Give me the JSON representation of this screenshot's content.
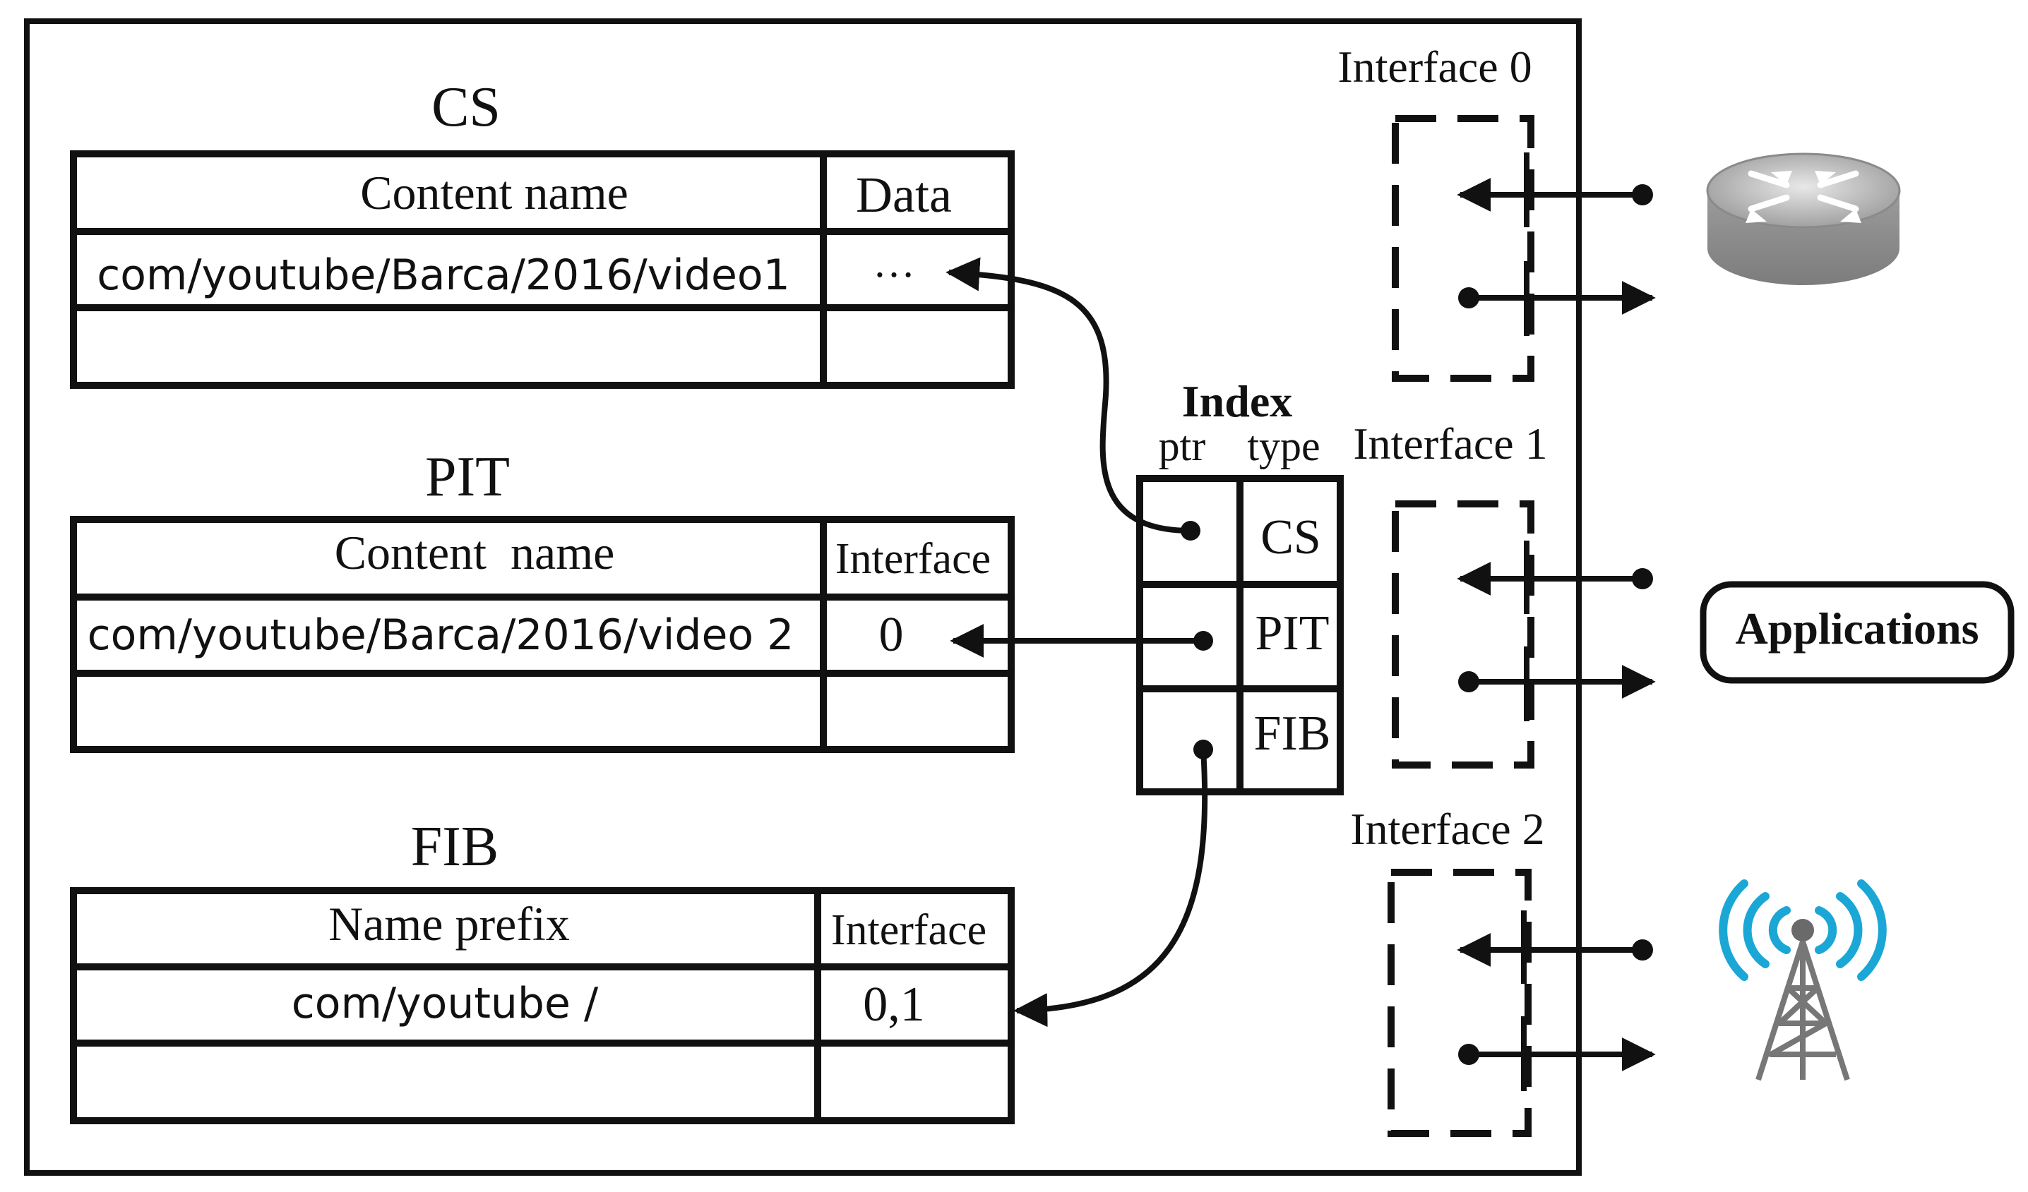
{
  "tables": {
    "cs": {
      "title": "CS",
      "header": [
        "Content name",
        "Data"
      ],
      "row": [
        "com/youtube/Barca/2016/video1",
        "…"
      ]
    },
    "pit": {
      "title": "PIT",
      "header": [
        "Content  name",
        "Interface"
      ],
      "row": [
        "com/youtube/Barca/2016/video 2",
        "0"
      ]
    },
    "fib": {
      "title": "FIB",
      "header": [
        "Name prefix",
        "Interface"
      ],
      "row": [
        "com/youtube /",
        "0,1"
      ]
    }
  },
  "index": {
    "title": "Index",
    "col_ptr": "ptr",
    "col_type": "type",
    "types": [
      "CS",
      "PIT",
      "FIB"
    ]
  },
  "interfaces": [
    "Interface 0",
    "Interface 1",
    "Interface 2"
  ],
  "endpoints": {
    "router": "router-icon",
    "applications": "Applications",
    "antenna": "antenna-tower-icon"
  }
}
